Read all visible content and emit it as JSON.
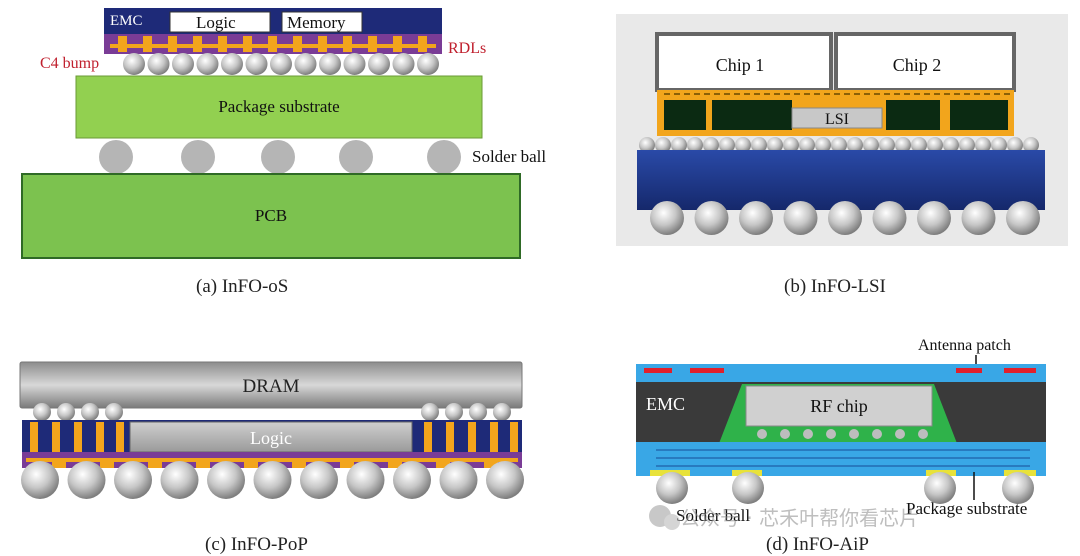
{
  "colors": {
    "emc_navy": "#1e2a78",
    "rdl_purple": "#7a3c96",
    "rdl_orange": "#f2a51c",
    "substrate_green": "#92d050",
    "pcb_green": "#7cc24f",
    "ball_gray": "#b5b5b5",
    "chip_white": "#ffffff",
    "lsi_dark": "#0b2a12",
    "lsi_substrate_blue": "#1e3a8f",
    "dram_gray": "#9a9a9a",
    "aip_blue": "#39a7e6",
    "aip_emc": "#3a3a3a",
    "aip_green": "#2fb24a",
    "antenna_red": "#e0202c",
    "label_red": "#c0202e"
  },
  "panels": {
    "a": {
      "caption": "(a) InFO-oS",
      "labels": {
        "emc": "EMC",
        "logic": "Logic",
        "memory": "Memory",
        "rdls": "RDLs",
        "c4": "C4 bump",
        "substrate": "Package substrate",
        "solder": "Solder ball",
        "pcb": "PCB"
      }
    },
    "b": {
      "caption": "(b) InFO-LSI",
      "labels": {
        "chip1": "Chip 1",
        "chip2": "Chip 2",
        "lsi": "LSI"
      }
    },
    "c": {
      "caption": "(c) InFO-PoP",
      "labels": {
        "dram": "DRAM",
        "logic": "Logic"
      }
    },
    "d": {
      "caption": "(d) InFO-AiP",
      "labels": {
        "antenna": "Antenna patch",
        "emc": "EMC",
        "rf": "RF chip",
        "solder": "Solder ball",
        "substrate": "Package substrate"
      }
    }
  },
  "watermark": "公众号 · 芯禾叶帮你看芯片"
}
